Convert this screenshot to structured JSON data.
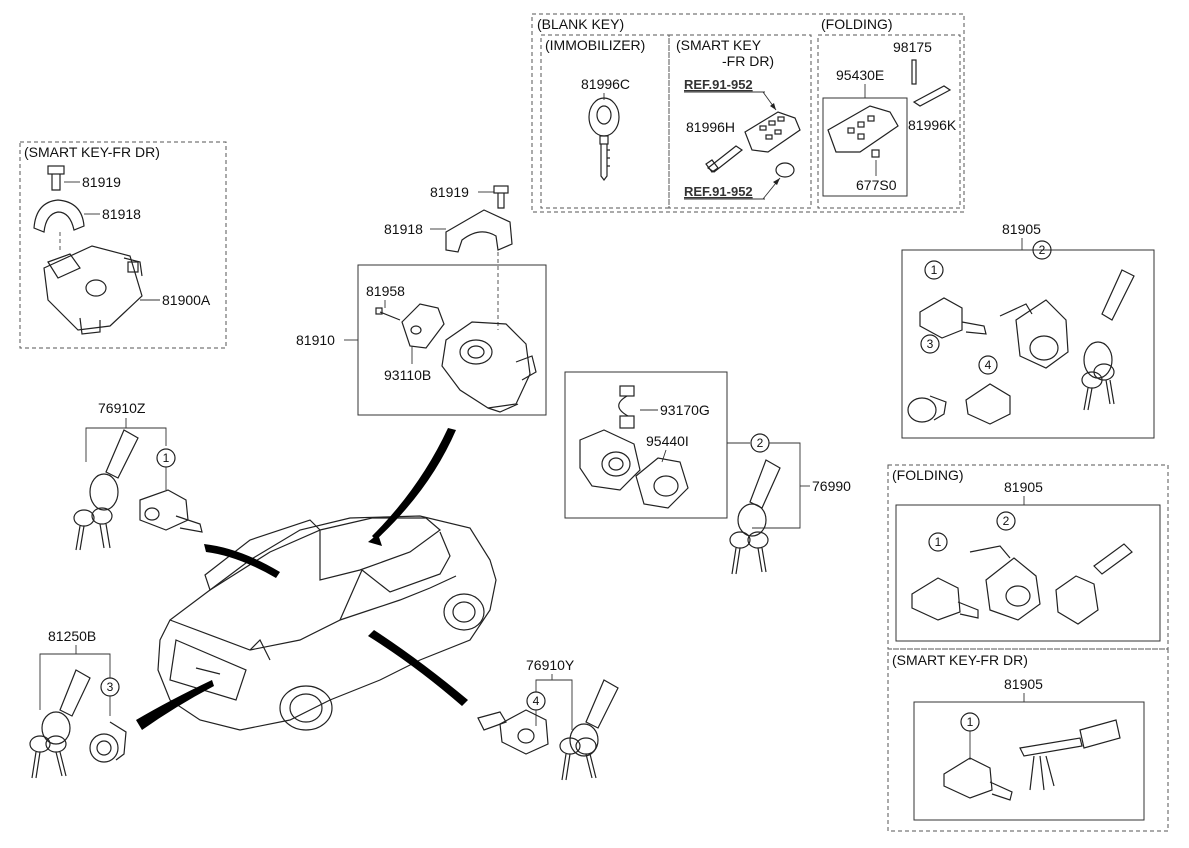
{
  "boxes": {
    "blank_key": "(BLANK KEY)",
    "immobilizer": "(IMMOBILIZER)",
    "smart_key_line1": "(SMART KEY",
    "smart_key_line2": "-FR DR)",
    "folding_top": "(FOLDING)",
    "smart_key_fr_dr_left": "(SMART KEY-FR DR)",
    "folding_right": "(FOLDING)",
    "smart_key_fr_dr_right": "(SMART KEY-FR DR)"
  },
  "refs": {
    "ref1": "REF.91-952",
    "ref2": "REF.91-952"
  },
  "parts": {
    "p81996C": "81996C",
    "p81996H": "81996H",
    "p98175": "98175",
    "p95430E": "95430E",
    "p81996K": "81996K",
    "p677S0": "677S0",
    "p81919_left": "81919",
    "p81918_left": "81918",
    "p81900A": "81900A",
    "p81919_center": "81919",
    "p81918_center": "81918",
    "p81958": "81958",
    "p81910": "81910",
    "p93110B": "93110B",
    "p76910Z": "76910Z",
    "p93170G": "93170G",
    "p95440I": "95440I",
    "p76990": "76990",
    "p81905_a": "81905",
    "p81905_b": "81905",
    "p81905_c": "81905",
    "p81250B": "81250B",
    "p76910Y": "76910Y"
  },
  "callouts": {
    "c1": "1",
    "c2": "2",
    "c3": "3",
    "c4": "4"
  }
}
